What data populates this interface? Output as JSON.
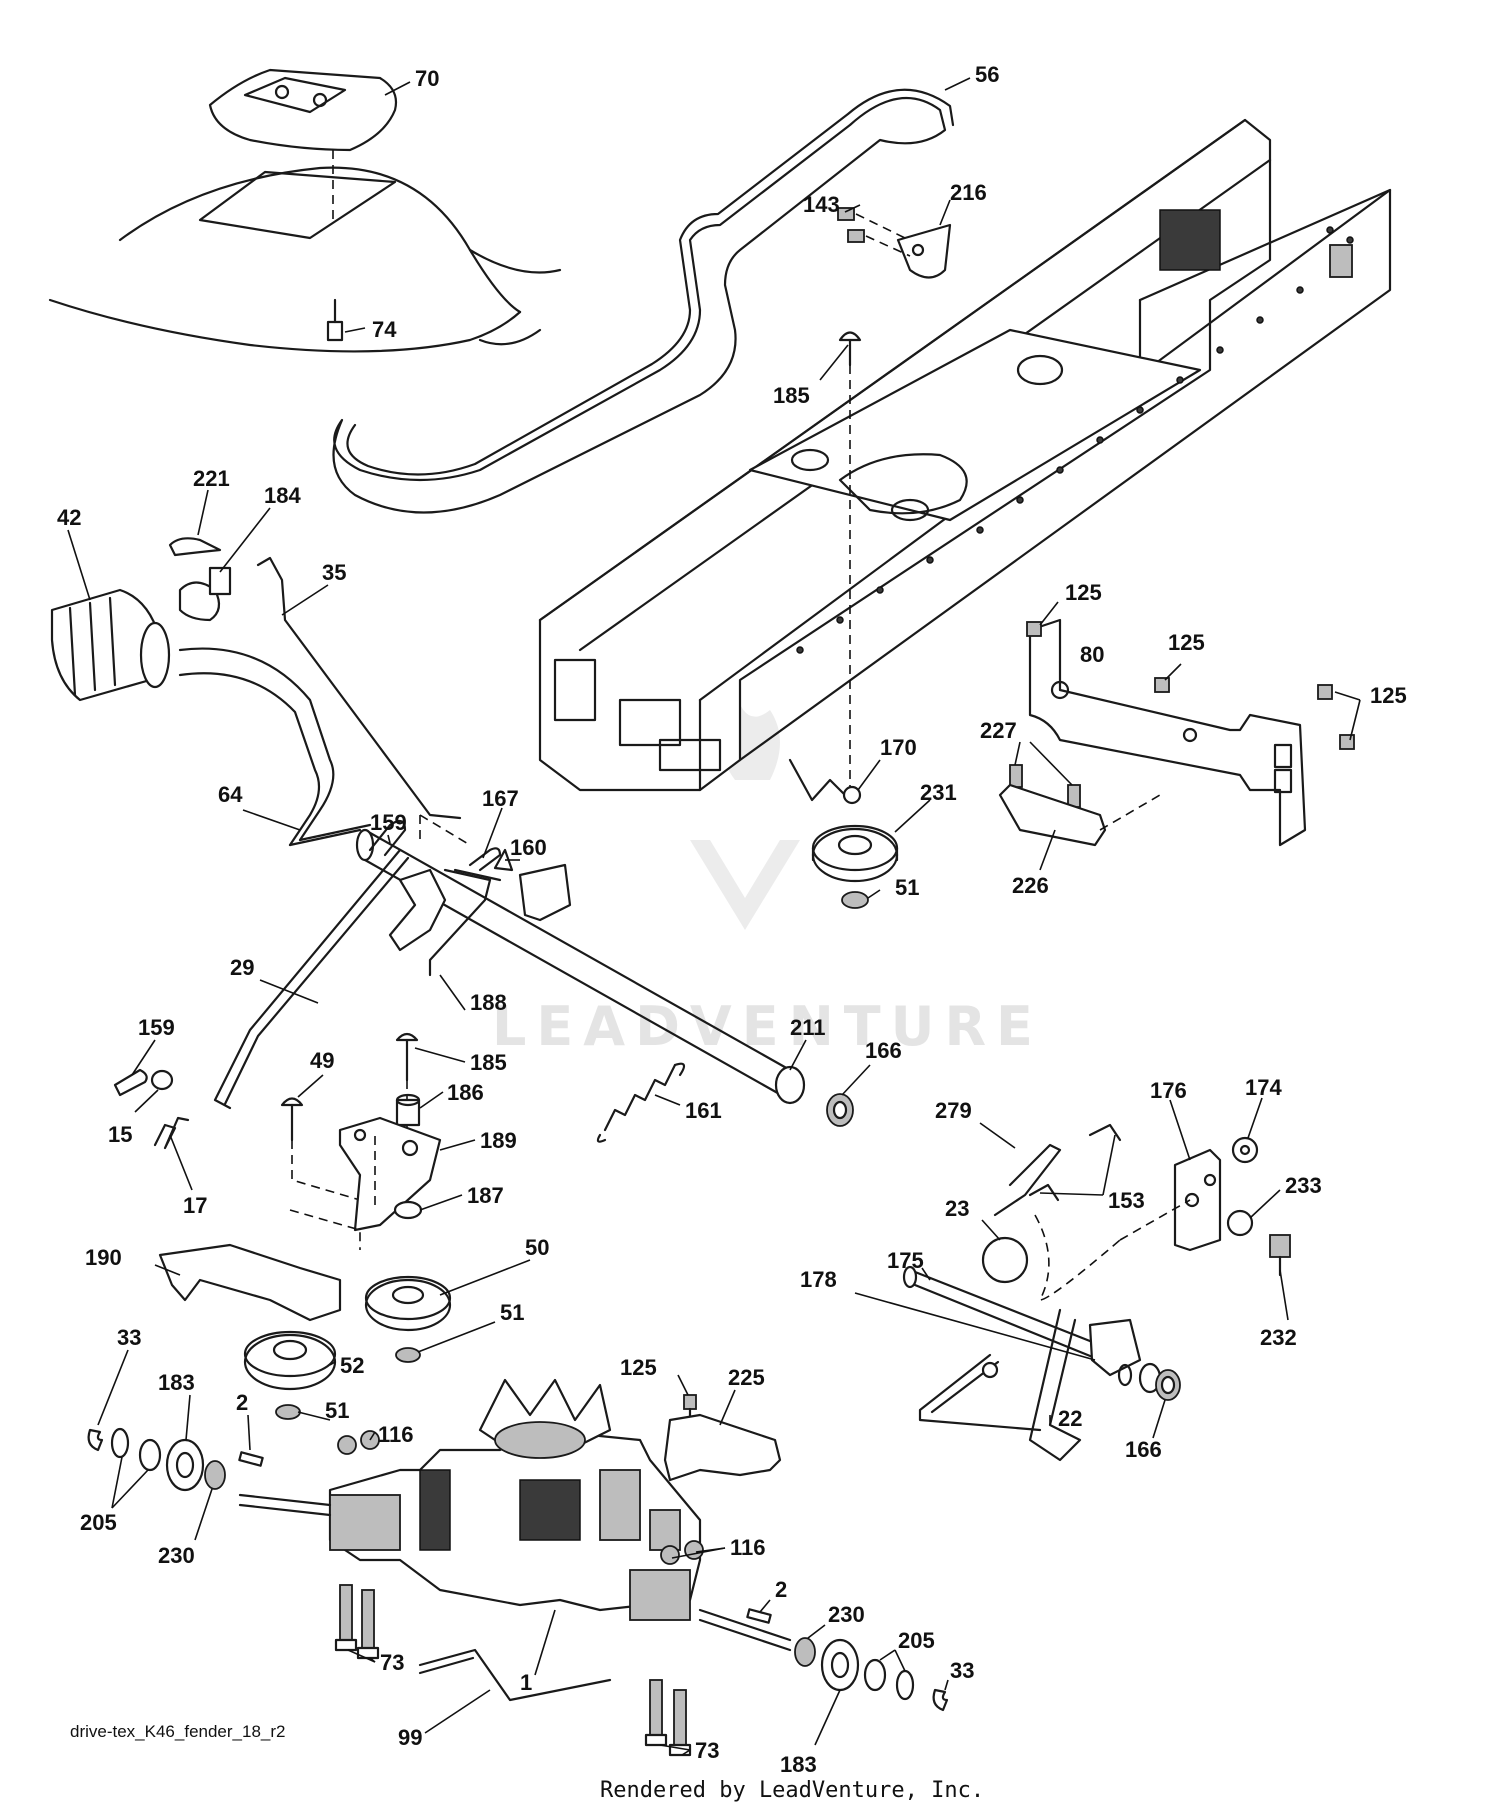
{
  "drawing_id": "drive-tex_K46_fender_18_r2",
  "credit": "Rendered by LeadVenture, Inc.",
  "watermark": "LEADVENTURE",
  "callouts": [
    {
      "key": "c70",
      "label": "70"
    },
    {
      "key": "c56",
      "label": "56"
    },
    {
      "key": "c143",
      "label": "143"
    },
    {
      "key": "c216",
      "label": "216"
    },
    {
      "key": "c74",
      "label": "74"
    },
    {
      "key": "c185a",
      "label": "185"
    },
    {
      "key": "c221",
      "label": "221"
    },
    {
      "key": "c184",
      "label": "184"
    },
    {
      "key": "c42",
      "label": "42"
    },
    {
      "key": "c35",
      "label": "35"
    },
    {
      "key": "c125a",
      "label": "125"
    },
    {
      "key": "c80",
      "label": "80"
    },
    {
      "key": "c125b",
      "label": "125"
    },
    {
      "key": "c125c",
      "label": "125"
    },
    {
      "key": "c227",
      "label": "227"
    },
    {
      "key": "c170",
      "label": "170"
    },
    {
      "key": "c231",
      "label": "231"
    },
    {
      "key": "c64",
      "label": "64"
    },
    {
      "key": "c167",
      "label": "167"
    },
    {
      "key": "c159a",
      "label": "159"
    },
    {
      "key": "c160",
      "label": "160"
    },
    {
      "key": "c51a",
      "label": "51"
    },
    {
      "key": "c226",
      "label": "226"
    },
    {
      "key": "c29",
      "label": "29"
    },
    {
      "key": "c188",
      "label": "188"
    },
    {
      "key": "c159b",
      "label": "159"
    },
    {
      "key": "c211",
      "label": "211"
    },
    {
      "key": "c166a",
      "label": "166"
    },
    {
      "key": "c49",
      "label": "49"
    },
    {
      "key": "c185b",
      "label": "185"
    },
    {
      "key": "c186",
      "label": "186"
    },
    {
      "key": "c176",
      "label": "176"
    },
    {
      "key": "c174",
      "label": "174"
    },
    {
      "key": "c15",
      "label": "15"
    },
    {
      "key": "c161",
      "label": "161"
    },
    {
      "key": "c279",
      "label": "279"
    },
    {
      "key": "c189",
      "label": "189"
    },
    {
      "key": "c17",
      "label": "17"
    },
    {
      "key": "c187",
      "label": "187"
    },
    {
      "key": "c153",
      "label": "153"
    },
    {
      "key": "c233",
      "label": "233"
    },
    {
      "key": "c23",
      "label": "23"
    },
    {
      "key": "c50",
      "label": "50"
    },
    {
      "key": "c175",
      "label": "175"
    },
    {
      "key": "c190",
      "label": "190"
    },
    {
      "key": "c178",
      "label": "178"
    },
    {
      "key": "c232",
      "label": "232"
    },
    {
      "key": "c51b",
      "label": "51"
    },
    {
      "key": "c33a",
      "label": "33"
    },
    {
      "key": "c52",
      "label": "52"
    },
    {
      "key": "c125d",
      "label": "125"
    },
    {
      "key": "c225",
      "label": "225"
    },
    {
      "key": "c183a",
      "label": "183"
    },
    {
      "key": "c51c",
      "label": "51"
    },
    {
      "key": "c22",
      "label": "22"
    },
    {
      "key": "c2a",
      "label": "2"
    },
    {
      "key": "c116a",
      "label": "116"
    },
    {
      "key": "c166b",
      "label": "166"
    },
    {
      "key": "c205a",
      "label": "205"
    },
    {
      "key": "c230a",
      "label": "230"
    },
    {
      "key": "c116b",
      "label": "116"
    },
    {
      "key": "c2b",
      "label": "2"
    },
    {
      "key": "c230b",
      "label": "230"
    },
    {
      "key": "c205b",
      "label": "205"
    },
    {
      "key": "c73a",
      "label": "73"
    },
    {
      "key": "c33b",
      "label": "33"
    },
    {
      "key": "c1",
      "label": "1"
    },
    {
      "key": "c99",
      "label": "99"
    },
    {
      "key": "c73b",
      "label": "73"
    },
    {
      "key": "c183b",
      "label": "183"
    }
  ]
}
